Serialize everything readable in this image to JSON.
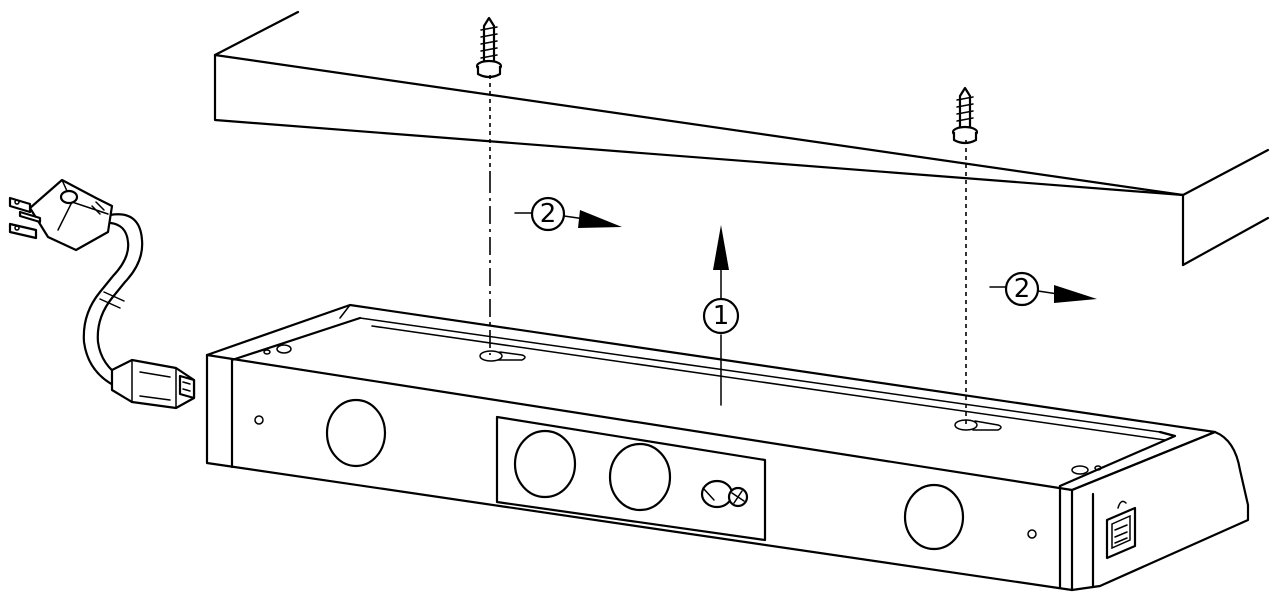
{
  "callouts": {
    "lift": "1",
    "slide_left": "2",
    "slide_right": "2"
  },
  "icons": {
    "screw": "screw-icon",
    "plug": "power-plug-icon",
    "connector": "iec-connector-icon",
    "arrow": "arrow-icon"
  },
  "colors": {
    "ink": "#000000",
    "paper": "#ffffff"
  }
}
